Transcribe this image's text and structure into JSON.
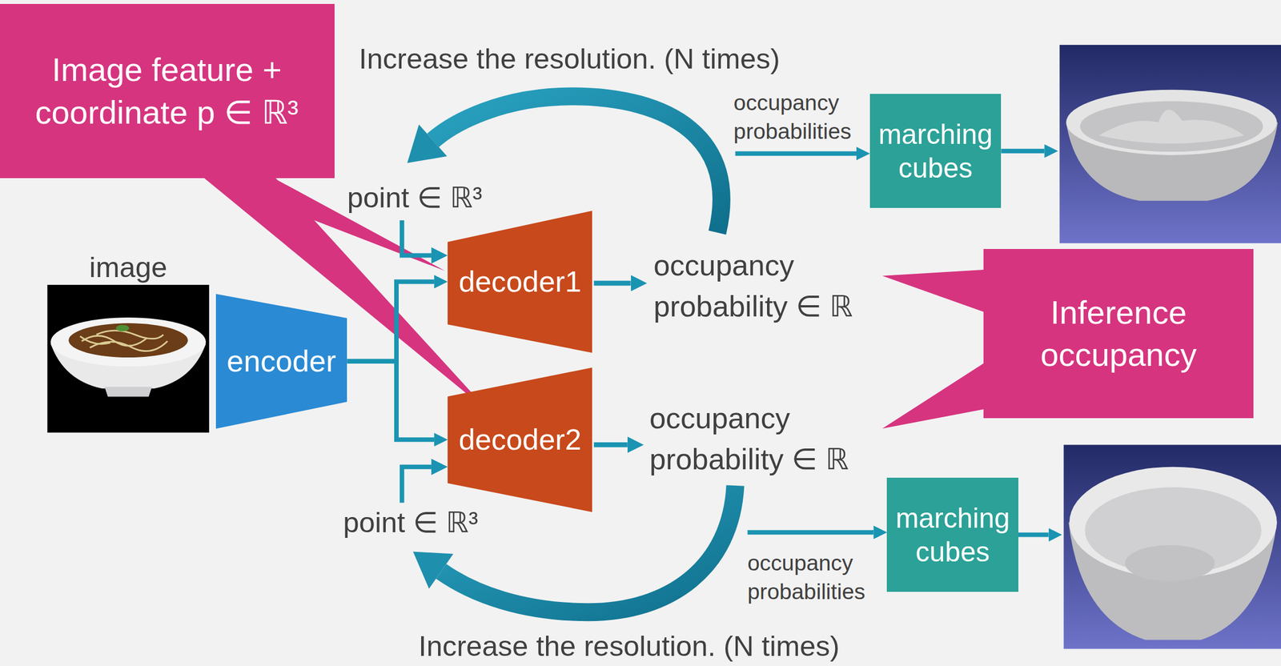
{
  "diagram": {
    "nodes": [
      {
        "text": [
          "Image feature + coordinate p ∈ ℝ³"
        ]
      },
      {
        "text": [
          "image"
        ]
      },
      {
        "text": [
          "encoder"
        ]
      },
      {
        "text": [
          "decoder1"
        ]
      },
      {
        "text": [
          "decoder2"
        ]
      },
      {
        "text": [
          "marching cubes"
        ]
      },
      {
        "text": [
          "Inference occupancy"
        ]
      },
      {
        "text": [
          "marching cubes"
        ]
      }
    ],
    "edges": [
      {
        "from": 2,
        "to": 3,
        "arrow": "to"
      },
      {
        "from": 2,
        "to": 4,
        "arrow": "to"
      }
    ],
    "labels": [
      "Increase the resolution. (N times)",
      "occupancy probabilities",
      "point ∈ ℝ³",
      "occupancy probability ∈ ℝ",
      "occupancy probability ∈ ℝ",
      "point ∈ ℝ³",
      "occupancy probabilities",
      "Increase the resolution. (N times)"
    ]
  }
}
